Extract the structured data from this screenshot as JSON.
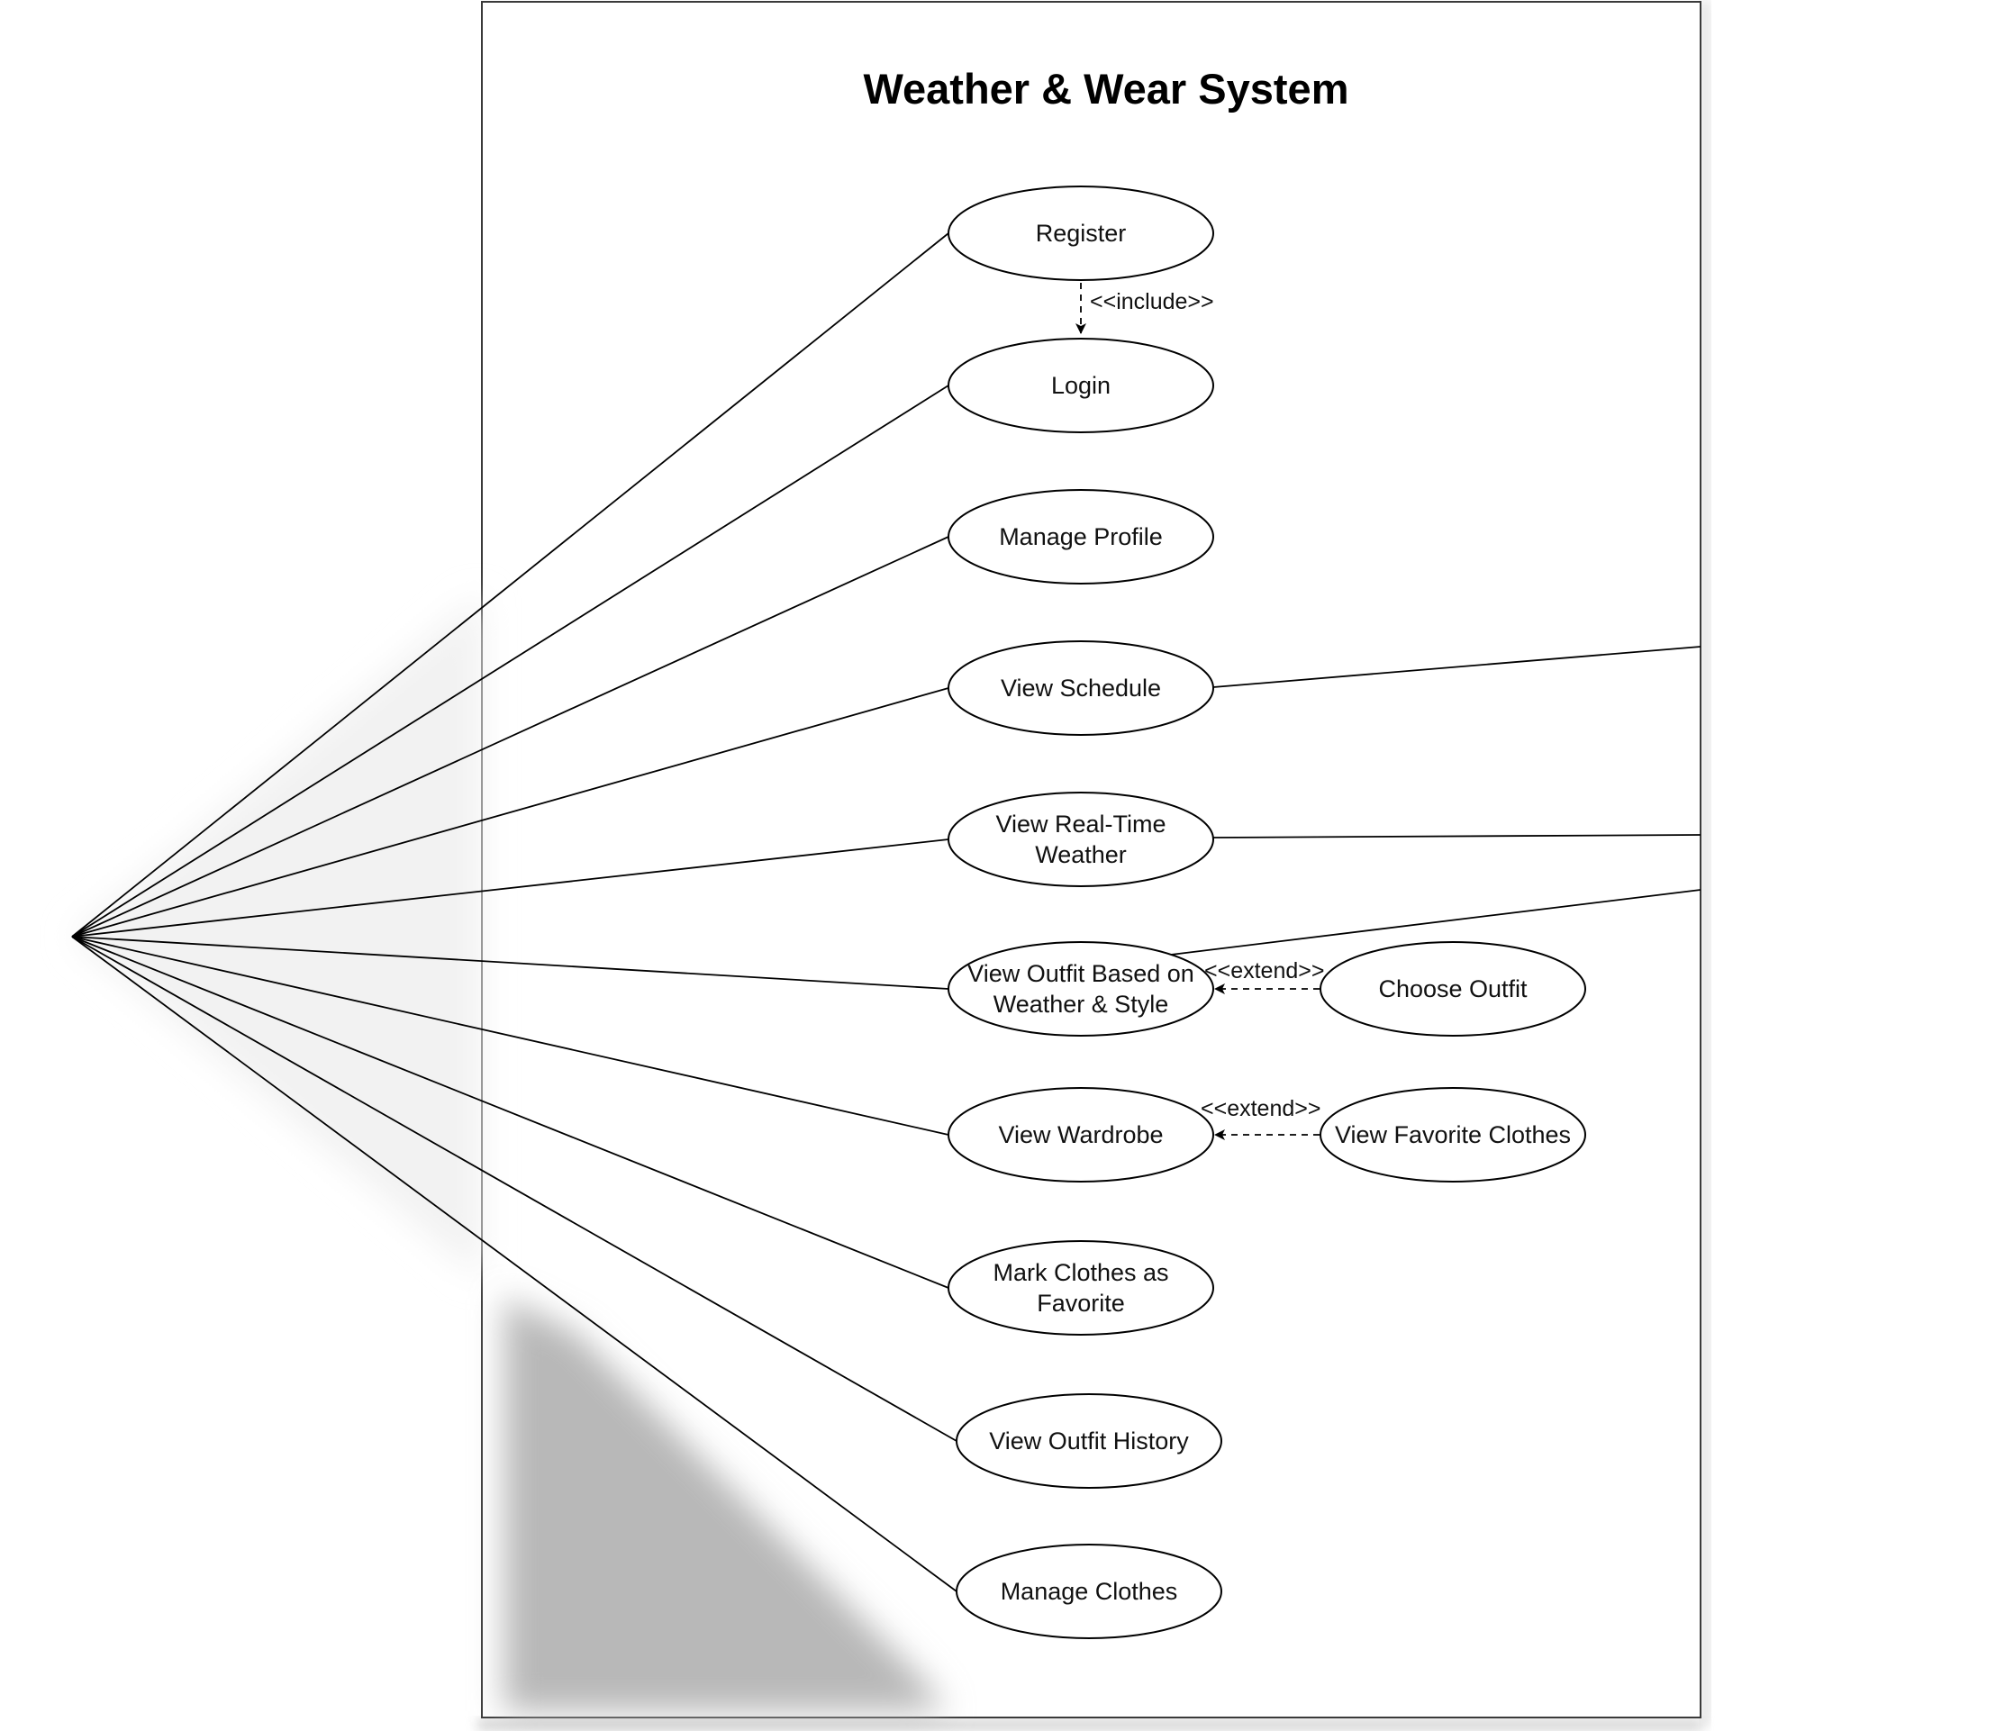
{
  "diagram": {
    "system_title": "Weather & Wear System",
    "use_cases": [
      {
        "id": "register",
        "label": "Register"
      },
      {
        "id": "login",
        "label": "Login"
      },
      {
        "id": "manage-profile",
        "label": "Manage Profile"
      },
      {
        "id": "view-schedule",
        "label": "View Schedule"
      },
      {
        "id": "view-realtime-weather",
        "label": "View Real-Time\nWeather"
      },
      {
        "id": "view-outfit",
        "label": "View Outfit Based on\nWeather & Style"
      },
      {
        "id": "choose-outfit",
        "label": "Choose Outfit"
      },
      {
        "id": "view-wardrobe",
        "label": "View Wardrobe"
      },
      {
        "id": "view-favorite-clothes",
        "label": "View Favorite Clothes"
      },
      {
        "id": "mark-favorite",
        "label": "Mark Clothes as\nFavorite"
      },
      {
        "id": "view-outfit-history",
        "label": "View Outfit History"
      },
      {
        "id": "manage-clothes",
        "label": "Manage Clothes"
      }
    ],
    "relationships": [
      {
        "type": "include",
        "from": "register",
        "to": "login",
        "label": "<<include>>"
      },
      {
        "type": "extend",
        "from": "choose-outfit",
        "to": "view-outfit",
        "label": "<<extend>>"
      },
      {
        "type": "extend",
        "from": "view-favorite-clothes",
        "to": "view-wardrobe",
        "label": "<<extend>>"
      }
    ],
    "left_actor_associations": [
      "register",
      "login",
      "manage-profile",
      "view-schedule",
      "view-realtime-weather",
      "view-outfit",
      "view-wardrobe",
      "mark-favorite",
      "view-outfit-history",
      "manage-clothes"
    ],
    "right_external_associations": [
      "view-schedule",
      "view-realtime-weather",
      "view-outfit"
    ]
  }
}
